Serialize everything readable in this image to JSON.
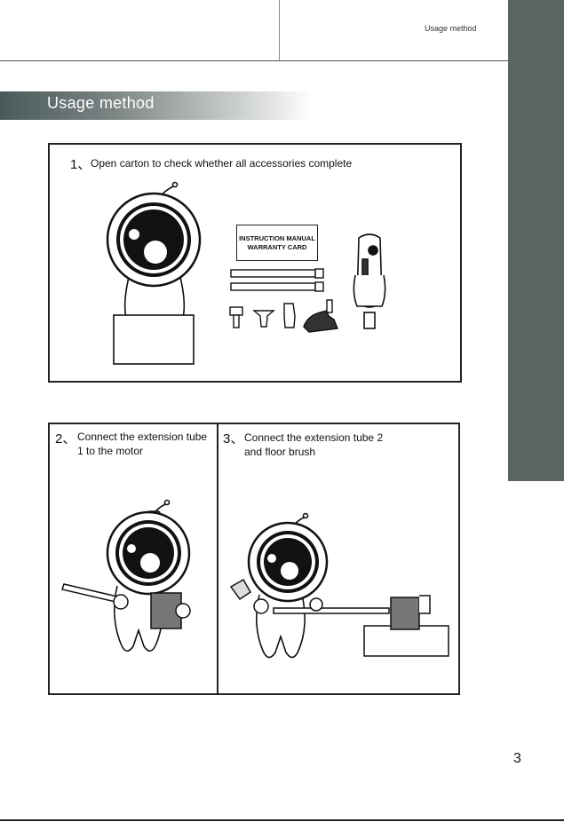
{
  "header": {
    "section_label": "Usage method"
  },
  "banner": {
    "title": "Usage method"
  },
  "step1": {
    "number": "1、",
    "text": "Open carton to check whether all accessories complete",
    "manual_line1": "INSTRUCTION MANUAL",
    "manual_line2": "WARRANTY CARD"
  },
  "step2": {
    "number": "2、",
    "line1": "Connect the extension tube",
    "line2": "1 to the motor"
  },
  "step3": {
    "number": "3、",
    "line1": "Connect the extension tube 2",
    "line2": "and floor brush"
  },
  "page": {
    "number": "3"
  }
}
